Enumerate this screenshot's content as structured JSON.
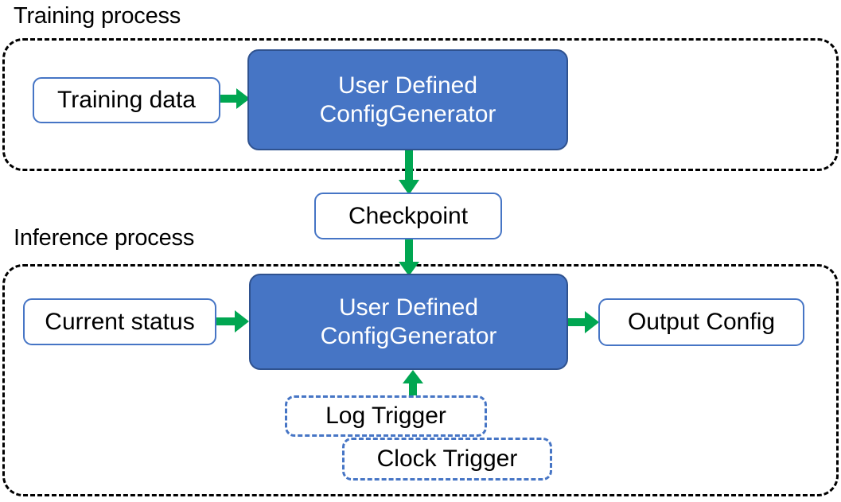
{
  "diagram": {
    "title_training": "Training process",
    "title_inference": "Inference process",
    "colors": {
      "arrow_green": "#00A651",
      "box_blue_fill": "#4675C5",
      "box_blue_border": "#2F528F",
      "outline_blue": "#4675C5",
      "container_dash": "#000000",
      "text_dark": "#000000",
      "text_light": "#FFFFFF"
    },
    "training_section": {
      "label": "Training process",
      "input_box": "Training data",
      "process_box_line1": "User Defined",
      "process_box_line2": "ConfigGenerator"
    },
    "checkpoint": {
      "label": "Checkpoint"
    },
    "inference_section": {
      "label": "Inference process",
      "input_box": "Current status",
      "process_box_line1": "User Defined",
      "process_box_line2": "ConfigGenerator",
      "output_box": "Output Config",
      "triggers": [
        {
          "label": "Log Trigger"
        },
        {
          "label": "Clock Trigger"
        }
      ]
    },
    "arrows": [
      {
        "name": "training-data-to-generator",
        "direction": "right"
      },
      {
        "name": "generator-to-checkpoint",
        "direction": "down"
      },
      {
        "name": "checkpoint-to-generator",
        "direction": "down"
      },
      {
        "name": "current-status-to-generator",
        "direction": "right"
      },
      {
        "name": "generator-to-output-config",
        "direction": "right"
      },
      {
        "name": "triggers-to-generator",
        "direction": "up"
      }
    ]
  }
}
